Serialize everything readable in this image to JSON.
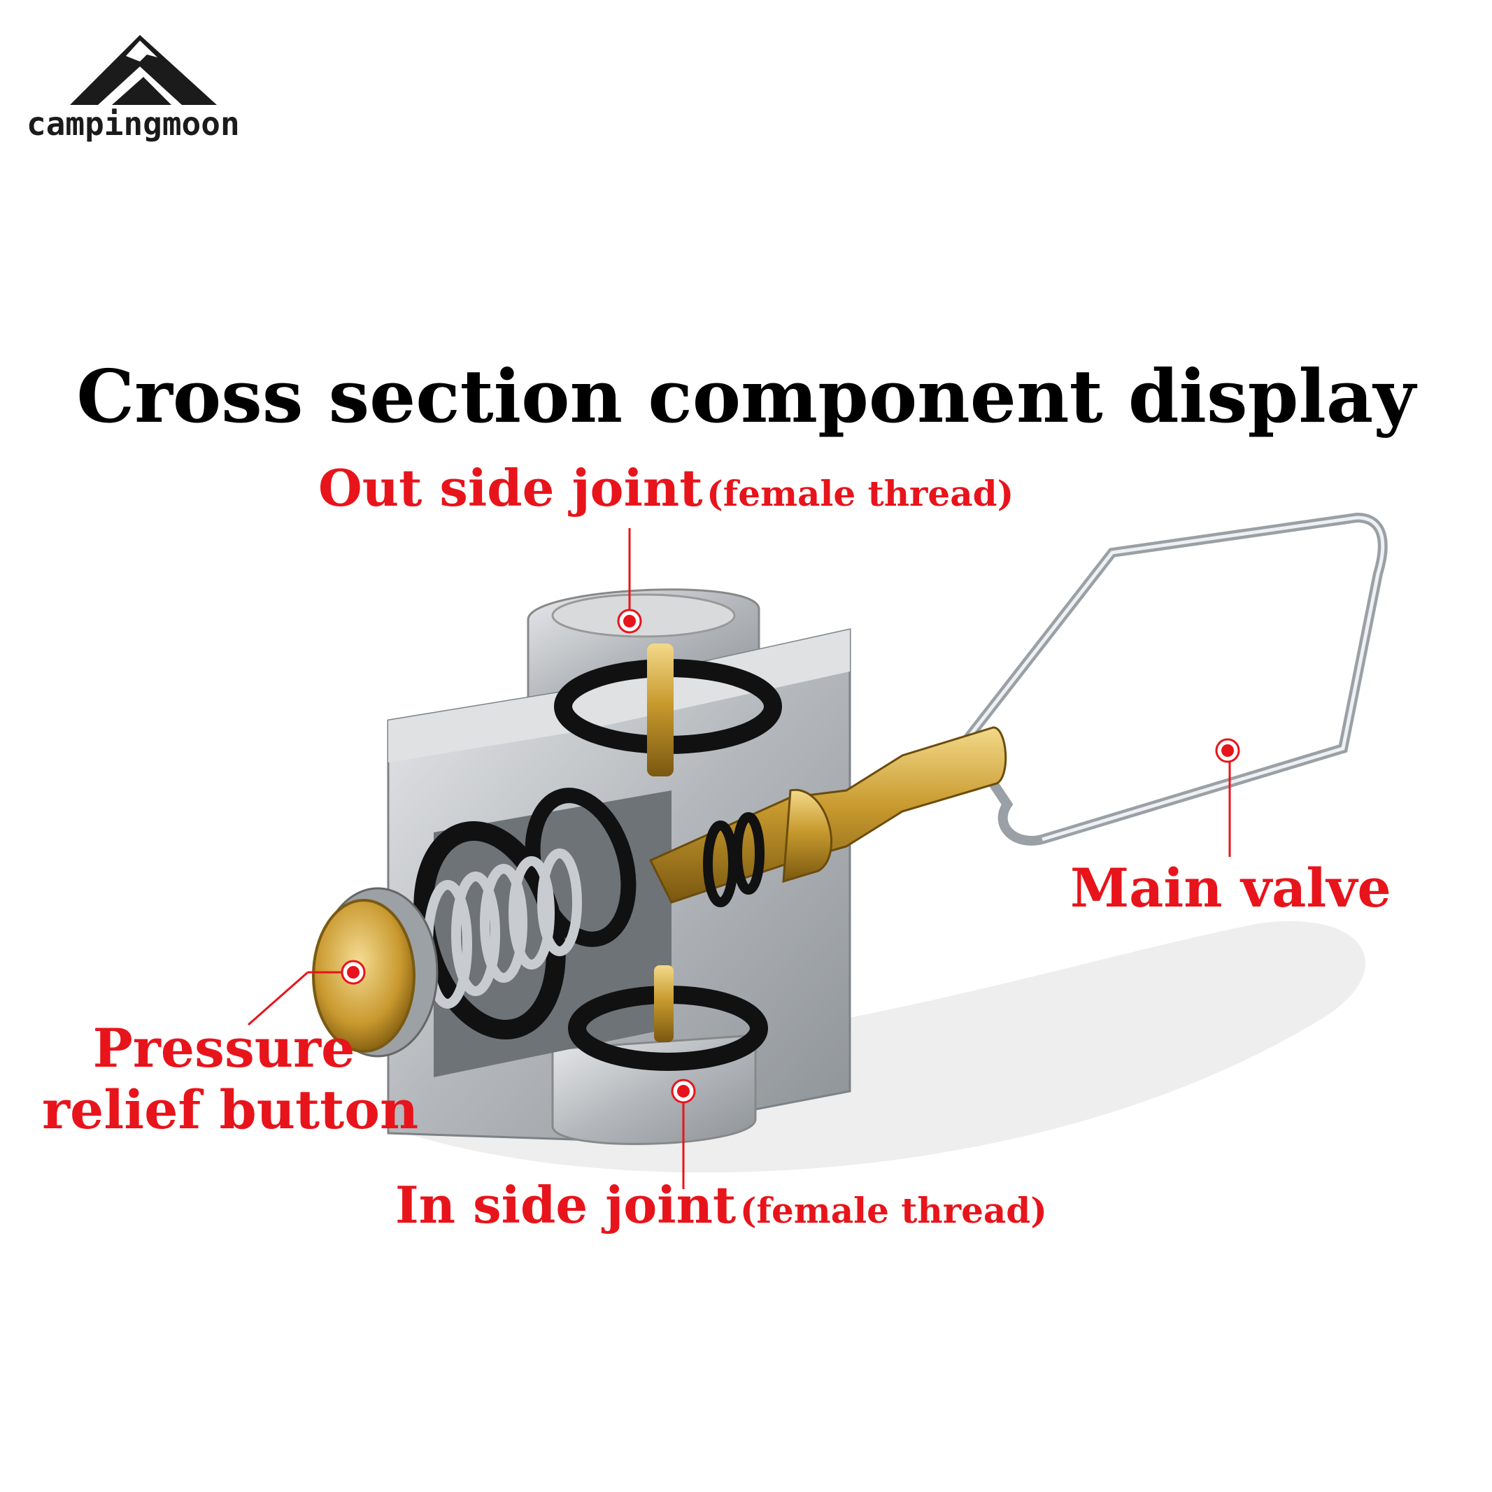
{
  "brand": {
    "name": "campingmoon"
  },
  "title": "Cross section component display",
  "labels": {
    "out_side_joint": {
      "main": "Out side joint",
      "detail": "(female thread)"
    },
    "main_valve": {
      "main": "Main valve"
    },
    "pressure_relief": {
      "line1": "Pressure",
      "line2": "relief button"
    },
    "in_side_joint": {
      "main": "In side joint",
      "detail": "(female thread)"
    }
  },
  "colors": {
    "callout": "#e8141b",
    "brass": "#d4a83a",
    "steel": "#b8bcc0",
    "oring": "#111111"
  }
}
